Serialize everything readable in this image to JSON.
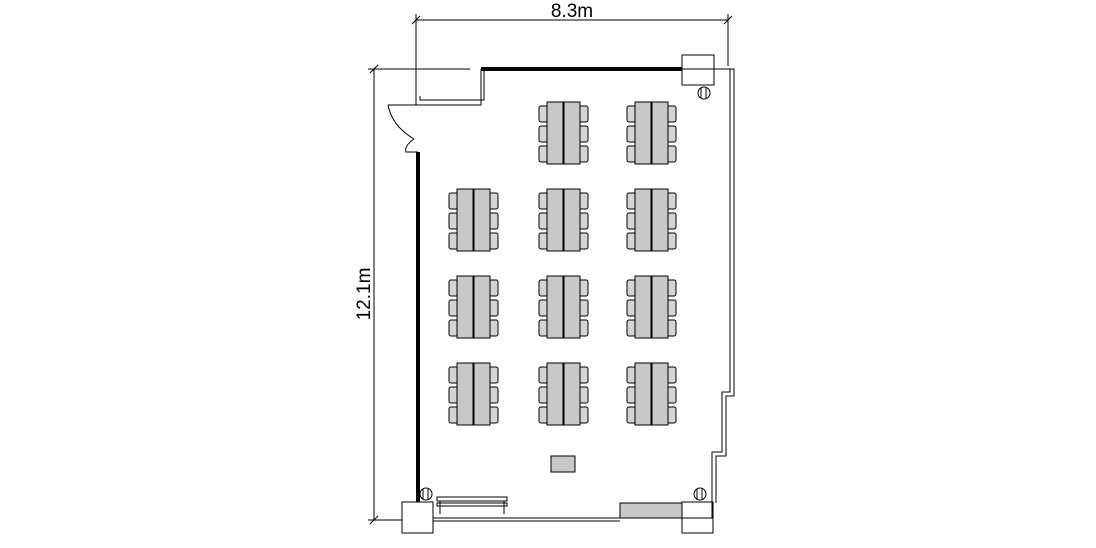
{
  "floorplan": {
    "width_label": "8.3m",
    "height_label": "12.1m",
    "table_groups": 11,
    "colors": {
      "furniture_fill": "#c8c8c8",
      "chair_fill": "#d4d4d4",
      "line": "#000000",
      "background": "#ffffff"
    }
  }
}
